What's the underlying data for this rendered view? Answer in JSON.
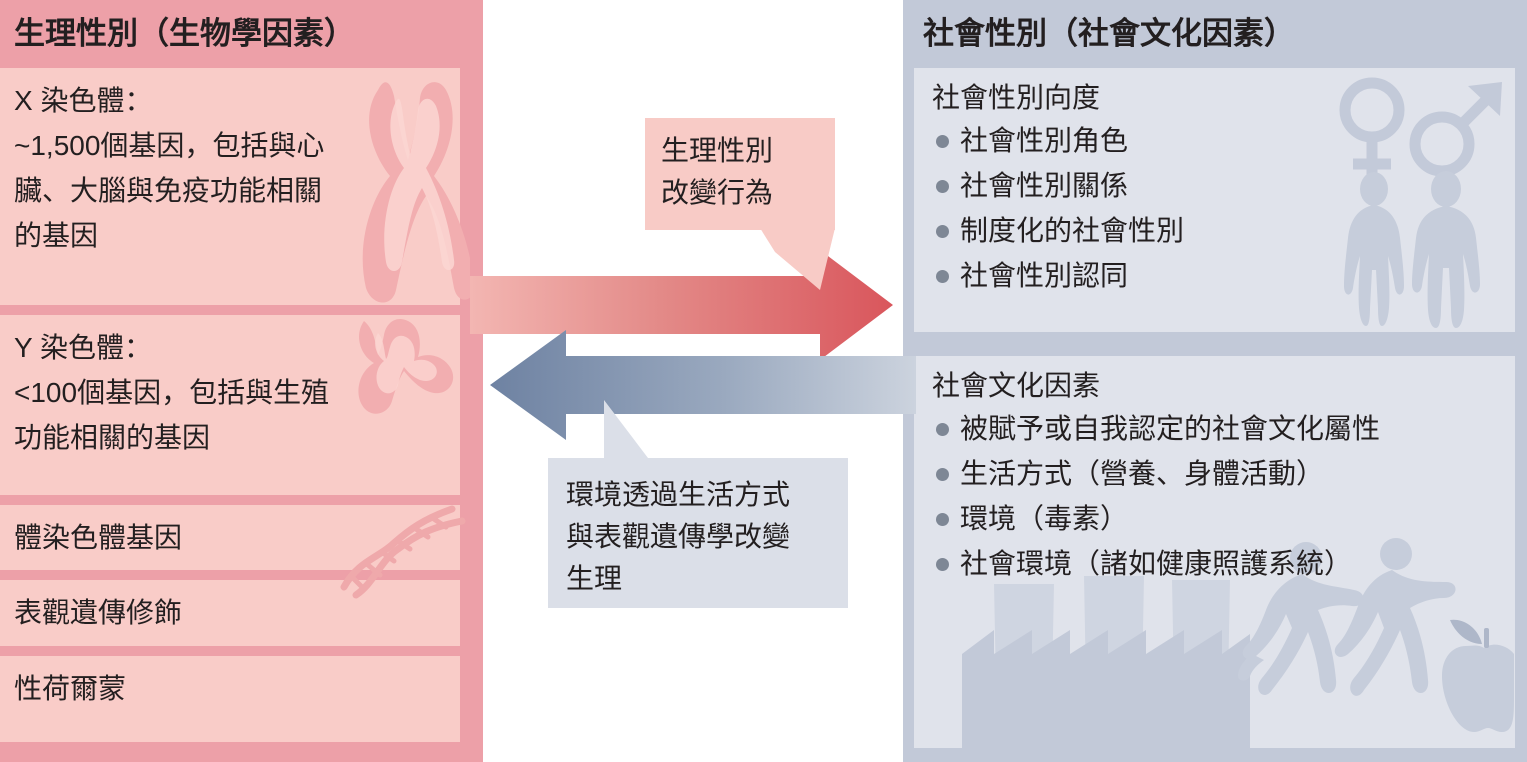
{
  "diagram": {
    "title_left": "生理性別（生物學因素）",
    "title_right": "社會性別（社會文化因素）"
  },
  "left_panel": {
    "header": "生理性別（生物學因素）",
    "header_bg": "#eda0a8",
    "content_bg": "#f9ccc8",
    "rows": [
      {
        "name": "x-chromosome",
        "text": "X 染色體：\n~1,500個基因，包括與心\n臟、大腦與免疫功能相關\n的基因"
      },
      {
        "name": "y-chromosome",
        "text": "Y 染色體：\n<100個基因，包括與生殖\n功能相關的基因"
      },
      {
        "name": "autosomal-genes",
        "text": "體染色體基因"
      },
      {
        "name": "epigenetic-modification",
        "text": "表觀遺傳修飾"
      },
      {
        "name": "sex-hormones",
        "text": "性荷爾蒙"
      }
    ],
    "decorations": [
      "x-chromosome-icon",
      "y-chromosome-icon",
      "dna-helix-icon"
    ]
  },
  "center": {
    "arrow_right": {
      "label": "生理性別\n改變行為",
      "color": "#d9565c",
      "direction": "right",
      "callout_bg": "#f8cbc6"
    },
    "arrow_left": {
      "label": "環境透過生活方式\n與表觀遺傳學改變\n生理",
      "color": "#6e82a2",
      "direction": "left",
      "callout_bg": "#dbdfe8"
    }
  },
  "right_panel": {
    "header": "社會性別（社會文化因素）",
    "header_bg": "#c2c9d8",
    "content_bg": "#e0e3eb",
    "boxes": [
      {
        "name": "gender-dimensions",
        "heading": "社會性別向度",
        "items": [
          "社會性別角色",
          "社會性別關係",
          "制度化的社會性別",
          "社會性別認同"
        ],
        "decorations": [
          "female-symbol-icon",
          "male-symbol-icon",
          "female-silhouette-icon",
          "male-silhouette-icon"
        ]
      },
      {
        "name": "sociocultural-factors",
        "heading": "社會文化因素",
        "items": [
          "被賦予或自我認定的社會文化屬性",
          "生活方式（營養、身體活動）",
          "環境（毒素）",
          "社會環境（諸如健康照護系統）"
        ],
        "decorations": [
          "factory-icon",
          "runner-icon",
          "runner-icon",
          "apple-icon"
        ]
      }
    ]
  }
}
